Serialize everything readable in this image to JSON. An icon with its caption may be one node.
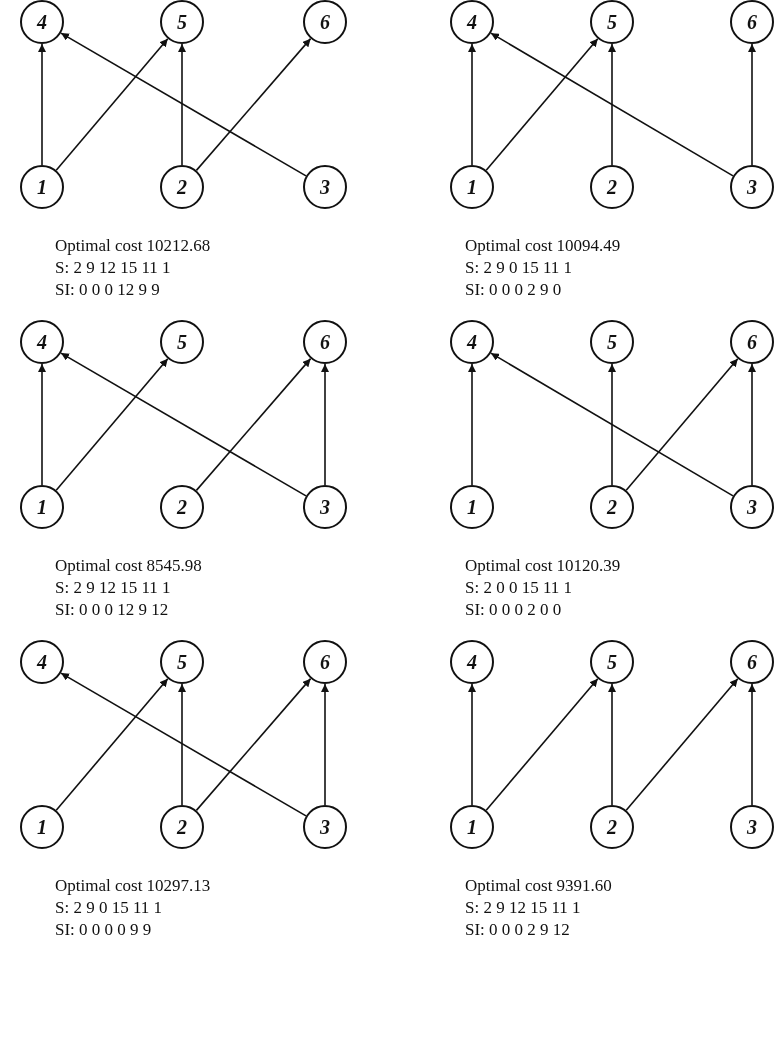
{
  "diagram": {
    "nodes": [
      {
        "text": [
          "4"
        ]
      },
      {
        "text": [
          "5"
        ]
      },
      {
        "text": [
          "6"
        ]
      },
      {
        "text": [
          "1"
        ]
      },
      {
        "text": [
          "2"
        ]
      },
      {
        "text": [
          "3"
        ]
      },
      {
        "text": [
          "4"
        ]
      },
      {
        "text": [
          "5"
        ]
      },
      {
        "text": [
          "6"
        ]
      },
      {
        "text": [
          "1"
        ]
      },
      {
        "text": [
          "2"
        ]
      },
      {
        "text": [
          "3"
        ]
      },
      {
        "text": [
          "4"
        ]
      },
      {
        "text": [
          "5"
        ]
      },
      {
        "text": [
          "6"
        ]
      },
      {
        "text": [
          "1"
        ]
      },
      {
        "text": [
          "2"
        ]
      },
      {
        "text": [
          "3"
        ]
      },
      {
        "text": [
          "4"
        ]
      },
      {
        "text": [
          "5"
        ]
      },
      {
        "text": [
          "6"
        ]
      },
      {
        "text": [
          "1"
        ]
      },
      {
        "text": [
          "2"
        ]
      },
      {
        "text": [
          "3"
        ]
      },
      {
        "text": [
          "4"
        ]
      },
      {
        "text": [
          "5"
        ]
      },
      {
        "text": [
          "6"
        ]
      },
      {
        "text": [
          "1"
        ]
      },
      {
        "text": [
          "2"
        ]
      },
      {
        "text": [
          "3"
        ]
      },
      {
        "text": [
          "4"
        ]
      },
      {
        "text": [
          "5"
        ]
      },
      {
        "text": [
          "6"
        ]
      },
      {
        "text": [
          "1"
        ]
      },
      {
        "text": [
          "2"
        ]
      },
      {
        "text": [
          "3"
        ]
      }
    ],
    "edges": [
      {
        "from": 3,
        "to": 0,
        "arrow": "to"
      },
      {
        "from": 3,
        "to": 1,
        "arrow": "to"
      },
      {
        "from": 5,
        "to": 0,
        "arrow": "to"
      },
      {
        "from": 4,
        "to": 1,
        "arrow": "to"
      },
      {
        "from": 4,
        "to": 2,
        "arrow": "to"
      },
      {
        "from": 9,
        "to": 6,
        "arrow": "to"
      },
      {
        "from": 9,
        "to": 7,
        "arrow": "to"
      },
      {
        "from": 11,
        "to": 6,
        "arrow": "to"
      },
      {
        "from": 10,
        "to": 7,
        "arrow": "to"
      },
      {
        "from": 11,
        "to": 8,
        "arrow": "to"
      },
      {
        "from": 15,
        "to": 12,
        "arrow": "to"
      },
      {
        "from": 15,
        "to": 13,
        "arrow": "to"
      },
      {
        "from": 17,
        "to": 12,
        "arrow": "to"
      },
      {
        "from": 16,
        "to": 14,
        "arrow": "to"
      },
      {
        "from": 17,
        "to": 14,
        "arrow": "to"
      },
      {
        "from": 21,
        "to": 18,
        "arrow": "to"
      },
      {
        "from": 23,
        "to": 18,
        "arrow": "to"
      },
      {
        "from": 22,
        "to": 19,
        "arrow": "to"
      },
      {
        "from": 22,
        "to": 20,
        "arrow": "to"
      },
      {
        "from": 23,
        "to": 20,
        "arrow": "to"
      },
      {
        "from": 27,
        "to": 25,
        "arrow": "to"
      },
      {
        "from": 29,
        "to": 24,
        "arrow": "to"
      },
      {
        "from": 28,
        "to": 25,
        "arrow": "to"
      },
      {
        "from": 28,
        "to": 26,
        "arrow": "to"
      },
      {
        "from": 29,
        "to": 26,
        "arrow": "to"
      },
      {
        "from": 33,
        "to": 30,
        "arrow": "to"
      },
      {
        "from": 33,
        "to": 31,
        "arrow": "to"
      },
      {
        "from": 34,
        "to": 31,
        "arrow": "to"
      },
      {
        "from": 34,
        "to": 32,
        "arrow": "to"
      },
      {
        "from": 35,
        "to": 32,
        "arrow": "to"
      }
    ],
    "labels": [
      "Optimal cost 10212.68",
      "S: 2 9 12 15 11 1",
      "SI: 0 0 0 12 9 9",
      "Optimal cost 10094.49",
      "S: 2 9 0 15 11 1",
      "SI: 0 0 0 2 9 0",
      "Optimal cost 8545.98",
      "S: 2 9 12 15 11 1",
      "SI: 0 0 0 12 9 12",
      "Optimal cost 10120.39",
      "S: 2 0 0 15 11 1",
      "SI: 0 0 0 2 0 0",
      "Optimal cost 10297.13",
      "S: 2 9 0 15 11 1",
      "SI: 0 0 0 0 9 9",
      "Optimal cost 9391.60",
      "S: 2 9 12 15 11 1",
      "SI: 0 0 0 2 9 12"
    ]
  }
}
